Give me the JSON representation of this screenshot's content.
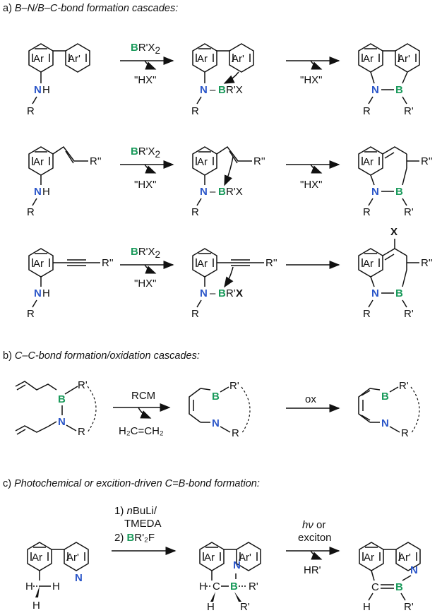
{
  "sections": [
    {
      "prefix": "a) ",
      "title": "B–N/B–C-bond formation cascades:"
    },
    {
      "prefix": "b) ",
      "title": "C–C-bond formation/oxidation cascades:"
    },
    {
      "prefix": "c) ",
      "title": "Photochemical or excition-driven C=B-bond formation:"
    }
  ],
  "labels": {
    "ar": "Ar",
    "arp": "Ar'",
    "nh": "NH",
    "r": "R",
    "rp": "R'",
    "rpp": "R''",
    "n": "N",
    "b": "B",
    "x": "X",
    "c": "C",
    "h": "H",
    "brx_tail": "R'X",
    "brx_tail_pre": "R'",
    "hx": "\"HX\"",
    "reagent_b": "B",
    "reagent_rest": "R'X",
    "reagent_sub": "2",
    "rcm": "RCM",
    "ox": "ox",
    "ethylene": "H₂C=CH₂",
    "c_step1a": "1) ",
    "c_step1b": "n",
    "c_step1c": "BuLi/",
    "c_step1d": "TMEDA",
    "c_step2a": "2) ",
    "c_step2b": "B",
    "c_step2c": "R'₂F",
    "hv_a": "hν",
    "hv_b": " or",
    "exciton": "exciton",
    "hrp": "HR'",
    "hhc": "H",
    "dash": "–"
  }
}
